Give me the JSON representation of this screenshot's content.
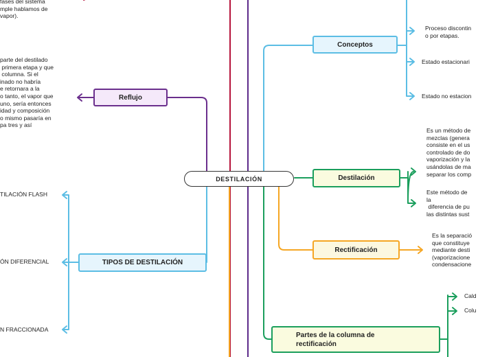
{
  "central": "DESTILACIÓN",
  "nodes": {
    "conceptos": "Conceptos",
    "reflujo": "Reflujo",
    "destilacion": "Destilación",
    "rectificacion": "Rectificación",
    "tipos": "TIPOS DE DESTILACIÓN",
    "partes": "Partes de la columna de\nrectificación"
  },
  "texts": {
    "top_left": "fases del sistema\nmple hablamos de\nvapor).",
    "reflujo_desc": "parte del destilado\n primera etapa y que\n columna. Si el\ninado no habría\ne retornara a la\no tanto, el vapor que\nuno, sería entonces\nidad y composición\no mismo pasaría en\npa tres y así",
    "proceso_disc": "Proceso discontin\no por etapas.",
    "estado_est": "Estado estacionari",
    "estado_no_est": "Estado no estacion",
    "destilacion_def": "Es un método de\nmezclas (genera\nconsiste en el us\ncontrolado de do\nvaporización y la\nusándolas de ma\nseparar los comp",
    "destilacion_def2": "Este método de\nla\n diferencia de pu\nlas distintas sust",
    "rectificacion_def": "Es la separació\nque constituye\nmediante desti\n(vaporizacione\ncondensacione"
  },
  "leaves": {
    "flash": "TILACIÓN FLASH",
    "diferencial": "ÓN DIFERENCIAL",
    "fraccionada": "N FRACCIONADA",
    "cald": "Cald",
    "colu": "Colu"
  },
  "colors": {
    "purple": "#6a2e8c",
    "cyan": "#5bbde4",
    "green": "#1a9e5c",
    "orange": "#f5a623",
    "crimson": "#b5123a",
    "violet": "#5c2a8a"
  }
}
